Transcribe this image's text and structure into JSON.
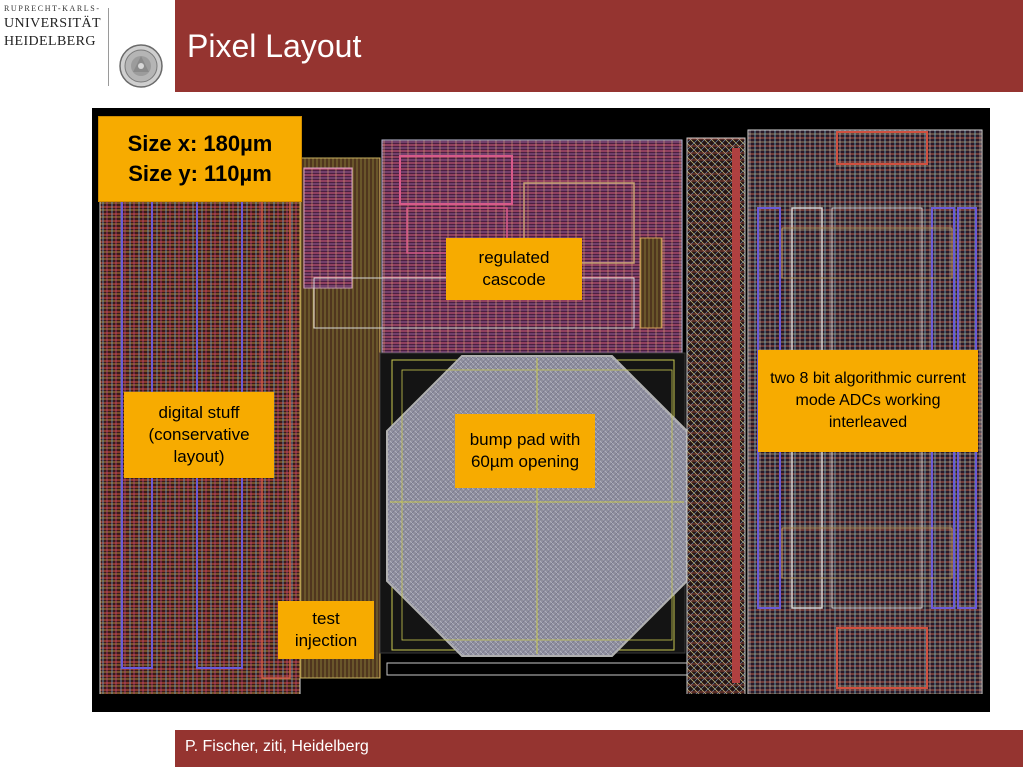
{
  "header": {
    "university_line1": "RUPRECHT-KARLS-",
    "university_line2": "UNIVERSITÄT",
    "university_line3": "HEIDELBERG",
    "title": "Pixel Layout"
  },
  "labels": {
    "size_x": "Size x: 180µm",
    "size_y": "Size y: 110µm",
    "regulated_cascode": "regulated cascode",
    "digital_stuff": "digital stuff (conservative layout)",
    "bump_pad": "bump pad with 60µm opening",
    "adcs": "two 8 bit algorithmic current mode ADCs working interleaved",
    "test_injection": "test injection"
  },
  "footer": {
    "text": "P. Fischer, ziti, Heidelberg"
  },
  "colors": {
    "brand": "#953430",
    "callout": "#f7ab00",
    "panel_background": "#000000"
  }
}
